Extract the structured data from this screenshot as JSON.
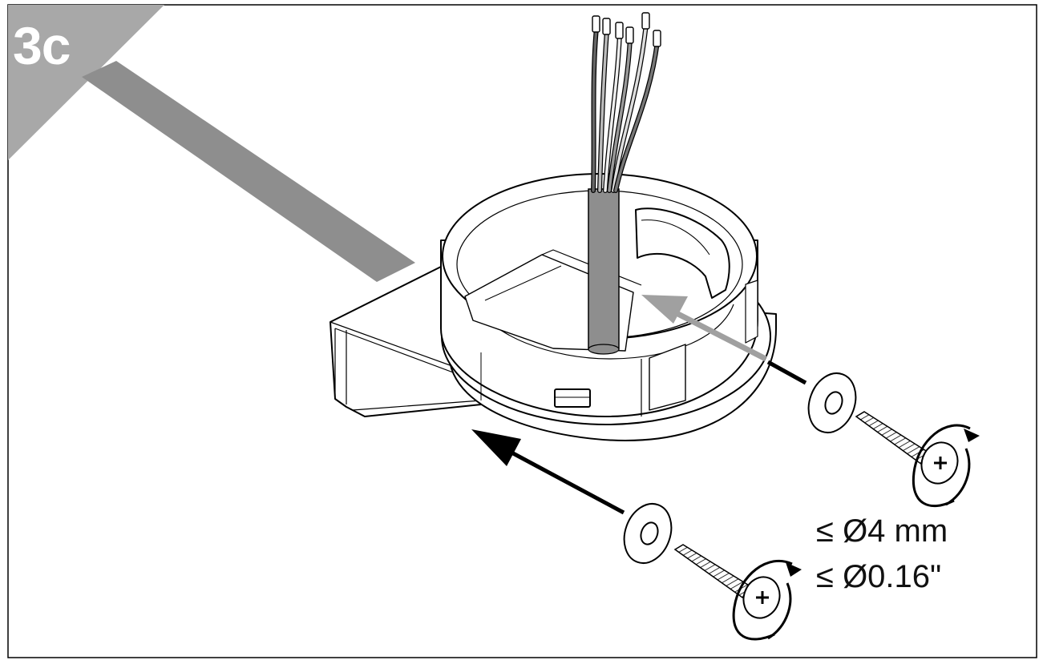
{
  "step": {
    "label": "3c"
  },
  "specs": {
    "metric": "≤ Ø4 mm",
    "imperial": "≤ Ø0.16\""
  },
  "colors": {
    "corner": "#a8a8a8",
    "cable": "#8e8e8e",
    "arrow_gray": "#a0a0a0",
    "arrow_black": "#000000",
    "stroke": "#000000"
  },
  "icons": [
    "mounting-base",
    "cable-bundle",
    "washer",
    "screw",
    "rotation-arrow",
    "direction-arrow"
  ]
}
